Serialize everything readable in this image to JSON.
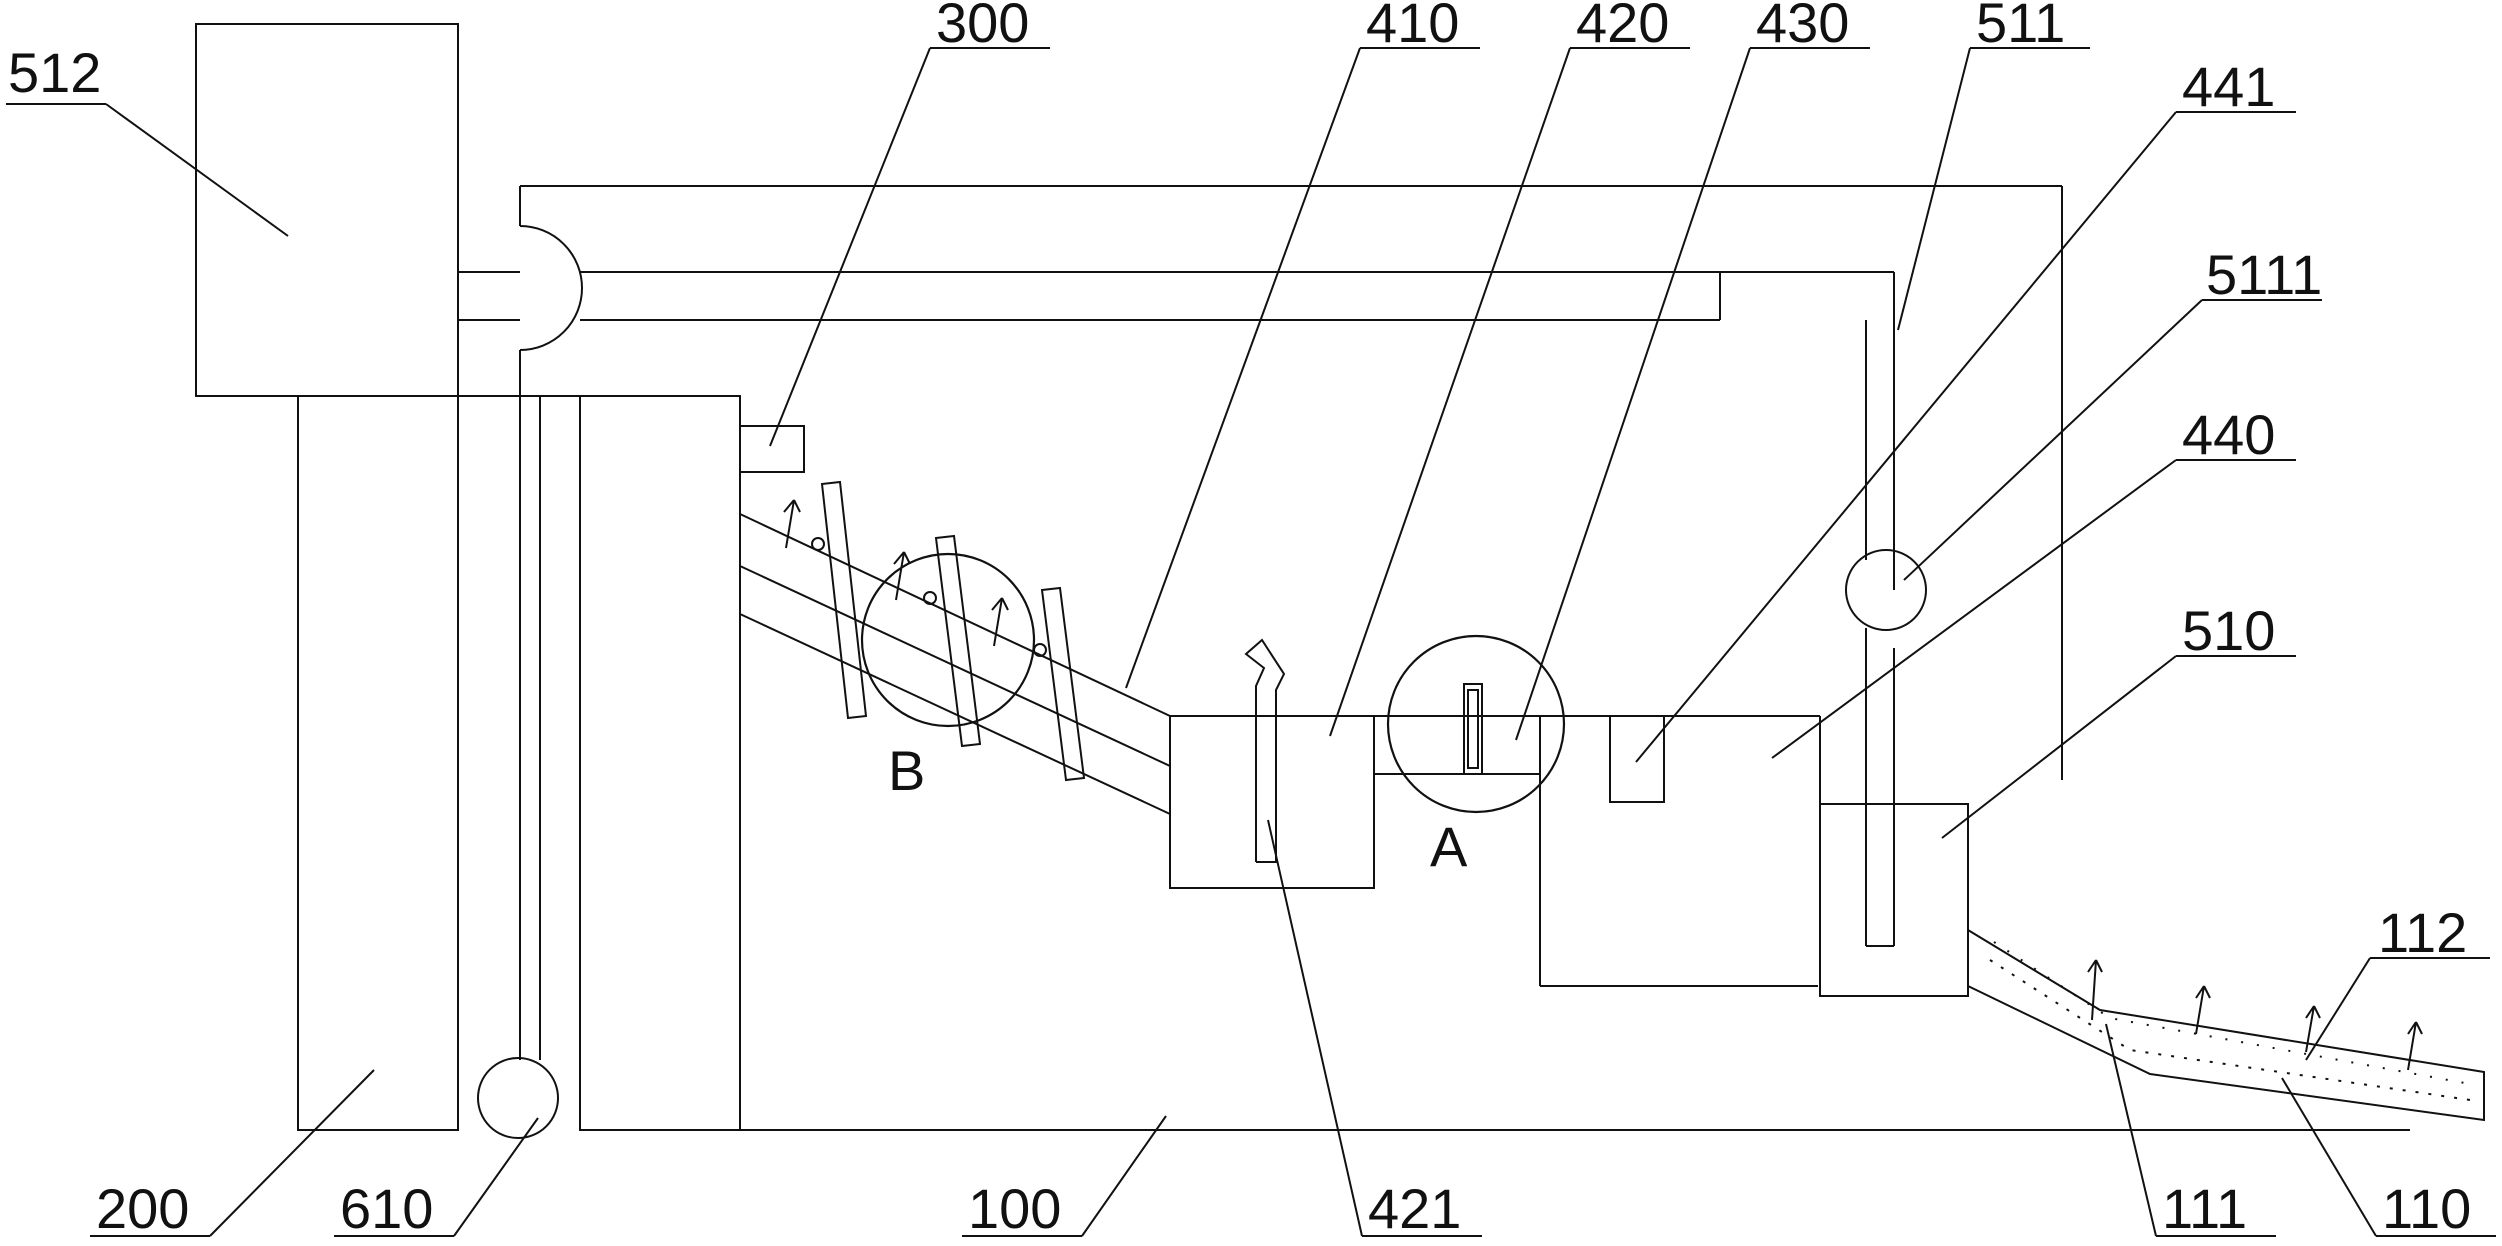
{
  "colors": {
    "line": "#111111",
    "background": "#ffffff"
  },
  "labels": {
    "l512": "512",
    "l300": "300",
    "l410": "410",
    "l420": "420",
    "l430": "430",
    "l511": "511",
    "l441": "441",
    "l5111": "5111",
    "l440": "440",
    "l510": "510",
    "l112": "112",
    "l200": "200",
    "l610": "610",
    "l100": "100",
    "l421": "421",
    "l111": "111",
    "l110": "110",
    "detailA": "A",
    "detailB": "B"
  }
}
